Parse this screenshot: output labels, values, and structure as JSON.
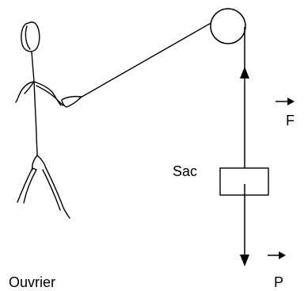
{
  "diagram": {
    "labels": {
      "sac": "Sac",
      "ouvrier": "Ouvrier",
      "force_f": "F",
      "force_p": "P"
    },
    "colors": {
      "ink": "#000000",
      "background": "#ffffff"
    }
  }
}
